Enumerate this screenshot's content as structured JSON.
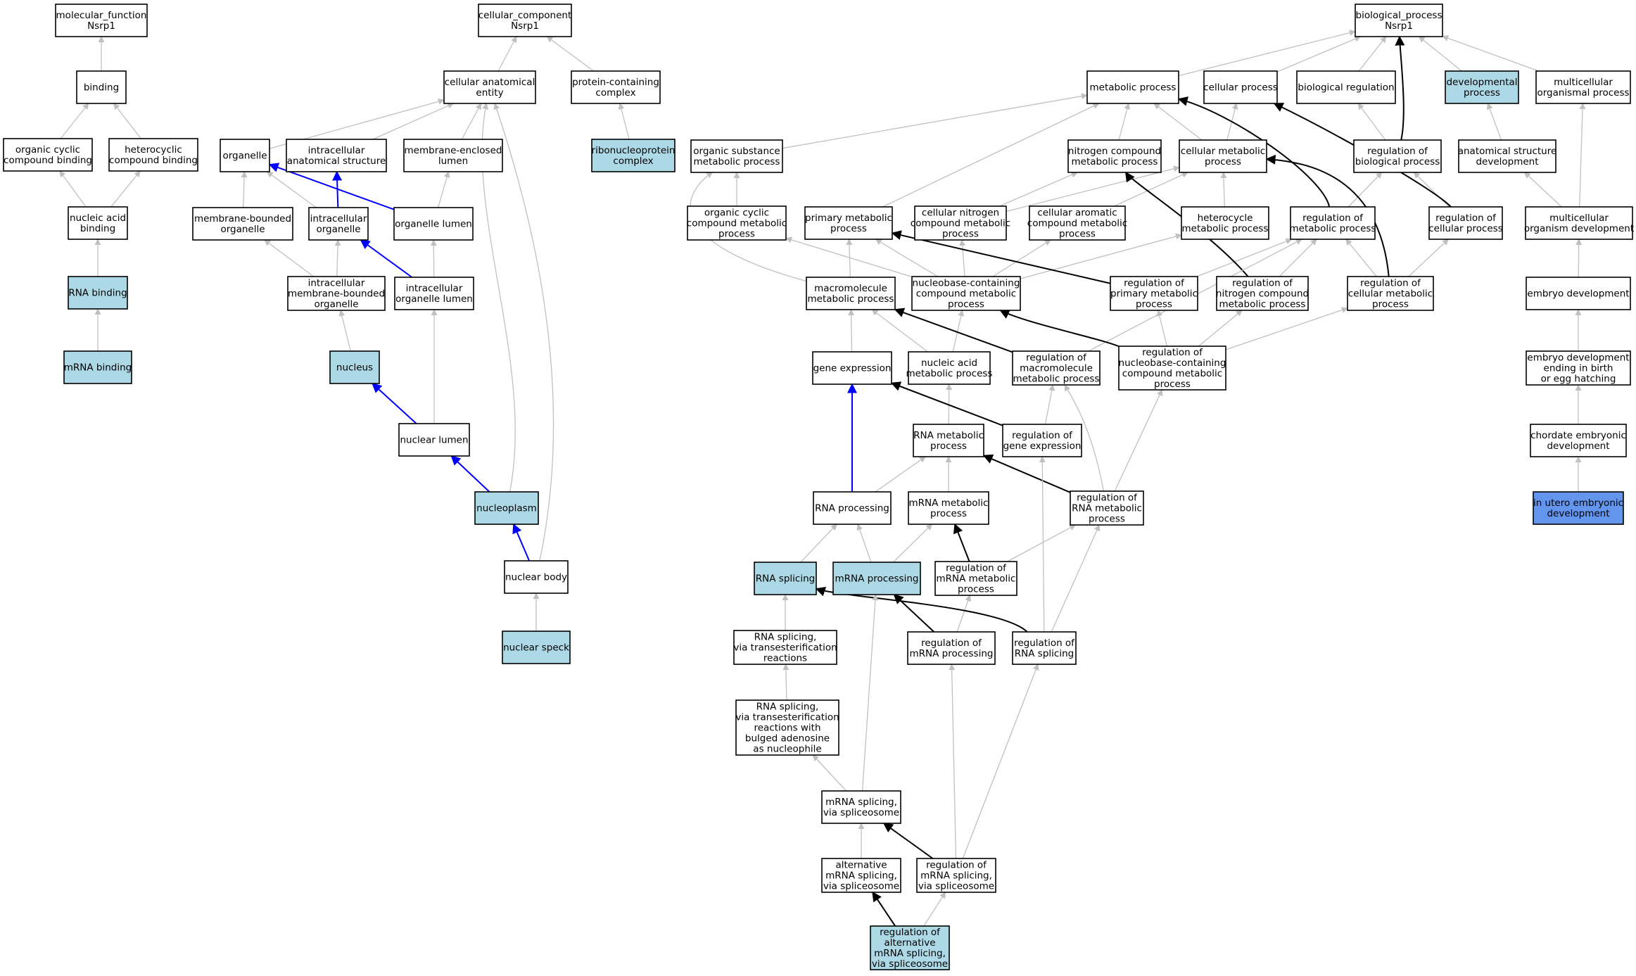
{
  "colors": {
    "plain": "#ffffff",
    "annotated": "#add8e6",
    "selected": "#6495ed",
    "edge_is_a": "#c0c0c0",
    "edge_regulates": "#000000",
    "edge_part_of": "#0000ff"
  },
  "nodes": [
    {
      "id": "mf",
      "lines": [
        "molecular_function",
        "Nsrp1"
      ],
      "fill": "plain"
    },
    {
      "id": "binding",
      "lines": [
        "binding"
      ],
      "fill": "plain"
    },
    {
      "id": "orgcyc_bind",
      "lines": [
        "organic cyclic",
        "compound binding"
      ],
      "fill": "plain"
    },
    {
      "id": "hetcyc_bind",
      "lines": [
        "heterocyclic",
        "compound binding"
      ],
      "fill": "plain"
    },
    {
      "id": "nucacid_bind",
      "lines": [
        "nucleic acid",
        "binding"
      ],
      "fill": "plain"
    },
    {
      "id": "rna_bind",
      "lines": [
        "RNA binding"
      ],
      "fill": "annotated"
    },
    {
      "id": "mrna_bind",
      "lines": [
        "mRNA binding"
      ],
      "fill": "annotated"
    },
    {
      "id": "cc",
      "lines": [
        "cellular_component",
        "Nsrp1"
      ],
      "fill": "plain"
    },
    {
      "id": "cae",
      "lines": [
        "cellular anatomical",
        "entity"
      ],
      "fill": "plain"
    },
    {
      "id": "pcc",
      "lines": [
        "protein-containing",
        "complex"
      ],
      "fill": "plain"
    },
    {
      "id": "rnp",
      "lines": [
        "ribonucleoprotein",
        "complex"
      ],
      "fill": "annotated"
    },
    {
      "id": "organelle",
      "lines": [
        "organelle"
      ],
      "fill": "plain"
    },
    {
      "id": "ias",
      "lines": [
        "intracellular",
        "anatomical structure"
      ],
      "fill": "plain"
    },
    {
      "id": "mel",
      "lines": [
        "membrane-enclosed",
        "lumen"
      ],
      "fill": "plain"
    },
    {
      "id": "mbo",
      "lines": [
        "membrane-bounded",
        "organelle"
      ],
      "fill": "plain"
    },
    {
      "id": "io",
      "lines": [
        "intracellular",
        "organelle"
      ],
      "fill": "plain"
    },
    {
      "id": "ol",
      "lines": [
        "organelle lumen"
      ],
      "fill": "plain"
    },
    {
      "id": "imbo",
      "lines": [
        "intracellular",
        "membrane-bounded",
        "organelle"
      ],
      "fill": "plain"
    },
    {
      "id": "iol",
      "lines": [
        "intracellular",
        "organelle lumen"
      ],
      "fill": "plain"
    },
    {
      "id": "nucleus",
      "lines": [
        "nucleus"
      ],
      "fill": "annotated"
    },
    {
      "id": "nl",
      "lines": [
        "nuclear lumen"
      ],
      "fill": "plain"
    },
    {
      "id": "np",
      "lines": [
        "nucleoplasm"
      ],
      "fill": "annotated"
    },
    {
      "id": "nb",
      "lines": [
        "nuclear body"
      ],
      "fill": "plain"
    },
    {
      "id": "ns",
      "lines": [
        "nuclear speck"
      ],
      "fill": "annotated"
    },
    {
      "id": "bp",
      "lines": [
        "biological_process",
        "Nsrp1"
      ],
      "fill": "plain"
    },
    {
      "id": "metp",
      "lines": [
        "metabolic process"
      ],
      "fill": "plain"
    },
    {
      "id": "cellp",
      "lines": [
        "cellular process"
      ],
      "fill": "plain"
    },
    {
      "id": "bioreg",
      "lines": [
        "biological regulation"
      ],
      "fill": "plain"
    },
    {
      "id": "devp",
      "lines": [
        "developmental",
        "process"
      ],
      "fill": "annotated"
    },
    {
      "id": "mcop",
      "lines": [
        "multicellular",
        "organismal process"
      ],
      "fill": "plain"
    },
    {
      "id": "osmp",
      "lines": [
        "organic substance",
        "metabolic process"
      ],
      "fill": "plain"
    },
    {
      "id": "ncmp",
      "lines": [
        "nitrogen compound",
        "metabolic process"
      ],
      "fill": "plain"
    },
    {
      "id": "cmp",
      "lines": [
        "cellular metabolic",
        "process"
      ],
      "fill": "plain"
    },
    {
      "id": "regbp",
      "lines": [
        "regulation of",
        "biological process"
      ],
      "fill": "plain"
    },
    {
      "id": "asd",
      "lines": [
        "anatomical structure",
        "development"
      ],
      "fill": "plain"
    },
    {
      "id": "occmp",
      "lines": [
        "organic cyclic",
        "compound metabolic",
        "process"
      ],
      "fill": "plain"
    },
    {
      "id": "pmp",
      "lines": [
        "primary metabolic",
        "process"
      ],
      "fill": "plain"
    },
    {
      "id": "cncmp",
      "lines": [
        "cellular nitrogen",
        "compound metabolic",
        "process"
      ],
      "fill": "plain"
    },
    {
      "id": "cacmp",
      "lines": [
        "cellular aromatic",
        "compound metabolic",
        "process"
      ],
      "fill": "plain"
    },
    {
      "id": "hmp",
      "lines": [
        "heterocycle",
        "metabolic process"
      ],
      "fill": "plain"
    },
    {
      "id": "regmp",
      "lines": [
        "regulation of",
        "metabolic process"
      ],
      "fill": "plain"
    },
    {
      "id": "regcp",
      "lines": [
        "regulation of",
        "cellular process"
      ],
      "fill": "plain"
    },
    {
      "id": "mod",
      "lines": [
        "multicellular",
        "organism development"
      ],
      "fill": "plain"
    },
    {
      "id": "macmp",
      "lines": [
        "macromolecule",
        "metabolic process"
      ],
      "fill": "plain"
    },
    {
      "id": "nbccmp",
      "lines": [
        "nucleobase-containing",
        "compound metabolic",
        "process"
      ],
      "fill": "plain"
    },
    {
      "id": "regpmp",
      "lines": [
        "regulation of",
        "primary metabolic",
        "process"
      ],
      "fill": "plain"
    },
    {
      "id": "regncmp",
      "lines": [
        "regulation of",
        "nitrogen compound",
        "metabolic process"
      ],
      "fill": "plain"
    },
    {
      "id": "regcmp",
      "lines": [
        "regulation of",
        "cellular metabolic",
        "process"
      ],
      "fill": "plain"
    },
    {
      "id": "embdev",
      "lines": [
        "embryo development"
      ],
      "fill": "plain"
    },
    {
      "id": "geneexp",
      "lines": [
        "gene expression"
      ],
      "fill": "plain"
    },
    {
      "id": "namp",
      "lines": [
        "nucleic acid",
        "metabolic process"
      ],
      "fill": "plain"
    },
    {
      "id": "regmacmp",
      "lines": [
        "regulation of",
        "macromolecule",
        "metabolic process"
      ],
      "fill": "plain"
    },
    {
      "id": "regnbc",
      "lines": [
        "regulation of",
        "nucleobase-containing",
        "compound metabolic",
        "process"
      ],
      "fill": "plain"
    },
    {
      "id": "edebe",
      "lines": [
        "embryo development",
        "ending in birth",
        "or egg hatching"
      ],
      "fill": "plain"
    },
    {
      "id": "rnamp",
      "lines": [
        "RNA metabolic",
        "process"
      ],
      "fill": "plain"
    },
    {
      "id": "reggeneexp",
      "lines": [
        "regulation of",
        "gene expression"
      ],
      "fill": "plain"
    },
    {
      "id": "ced",
      "lines": [
        "chordate embryonic",
        "development"
      ],
      "fill": "plain"
    },
    {
      "id": "rnaproc",
      "lines": [
        "RNA processing"
      ],
      "fill": "plain"
    },
    {
      "id": "mrnamp",
      "lines": [
        "mRNA metabolic",
        "process"
      ],
      "fill": "plain"
    },
    {
      "id": "regrnamp",
      "lines": [
        "regulation of",
        "RNA metabolic",
        "process"
      ],
      "fill": "plain"
    },
    {
      "id": "iued",
      "lines": [
        "in utero embryonic",
        "development"
      ],
      "fill": "selected"
    },
    {
      "id": "rnasplicing",
      "lines": [
        "RNA splicing"
      ],
      "fill": "annotated"
    },
    {
      "id": "mrnaproc",
      "lines": [
        "mRNA processing"
      ],
      "fill": "annotated"
    },
    {
      "id": "regmrnamp",
      "lines": [
        "regulation of",
        "mRNA metabolic",
        "process"
      ],
      "fill": "plain"
    },
    {
      "id": "rsvt",
      "lines": [
        "RNA splicing,",
        "via transesterification",
        "reactions"
      ],
      "fill": "plain"
    },
    {
      "id": "regmrnaproc",
      "lines": [
        "regulation of",
        "mRNA processing"
      ],
      "fill": "plain"
    },
    {
      "id": "regrnasplicing",
      "lines": [
        "regulation of",
        "RNA splicing"
      ],
      "fill": "plain"
    },
    {
      "id": "rsvtba",
      "lines": [
        "RNA splicing,",
        "via transesterification",
        "reactions with",
        "bulged adenosine",
        "as nucleophile"
      ],
      "fill": "plain"
    },
    {
      "id": "msvs",
      "lines": [
        "mRNA splicing,",
        "via spliceosome"
      ],
      "fill": "plain"
    },
    {
      "id": "amsvs",
      "lines": [
        "alternative",
        "mRNA splicing,",
        "via spliceosome"
      ],
      "fill": "plain"
    },
    {
      "id": "regmsvs",
      "lines": [
        "regulation of",
        "mRNA splicing,",
        "via spliceosome"
      ],
      "fill": "plain"
    },
    {
      "id": "regamsvs",
      "lines": [
        "regulation of",
        "alternative",
        "mRNA splicing,",
        "via spliceosome"
      ],
      "fill": "annotated"
    }
  ],
  "edges": [
    {
      "from": "binding",
      "to": "mf",
      "type": "is_a"
    },
    {
      "from": "orgcyc_bind",
      "to": "binding",
      "type": "is_a"
    },
    {
      "from": "hetcyc_bind",
      "to": "binding",
      "type": "is_a"
    },
    {
      "from": "nucacid_bind",
      "to": "orgcyc_bind",
      "type": "is_a"
    },
    {
      "from": "nucacid_bind",
      "to": "hetcyc_bind",
      "type": "is_a"
    },
    {
      "from": "rna_bind",
      "to": "nucacid_bind",
      "type": "is_a"
    },
    {
      "from": "mrna_bind",
      "to": "rna_bind",
      "type": "is_a"
    },
    {
      "from": "cae",
      "to": "cc",
      "type": "is_a"
    },
    {
      "from": "pcc",
      "to": "cc",
      "type": "is_a"
    },
    {
      "from": "rnp",
      "to": "pcc",
      "type": "is_a"
    },
    {
      "from": "organelle",
      "to": "cae",
      "type": "is_a"
    },
    {
      "from": "ias",
      "to": "cae",
      "type": "is_a"
    },
    {
      "from": "mel",
      "to": "cae",
      "type": "is_a"
    },
    {
      "from": "mbo",
      "to": "organelle",
      "type": "is_a"
    },
    {
      "from": "io",
      "to": "organelle",
      "type": "is_a"
    },
    {
      "from": "io",
      "to": "ias",
      "type": "part_of"
    },
    {
      "from": "ol",
      "to": "mel",
      "type": "is_a"
    },
    {
      "from": "ol",
      "to": "organelle",
      "type": "part_of"
    },
    {
      "from": "imbo",
      "to": "mbo",
      "type": "is_a"
    },
    {
      "from": "imbo",
      "to": "io",
      "type": "is_a"
    },
    {
      "from": "iol",
      "to": "ol",
      "type": "is_a"
    },
    {
      "from": "iol",
      "to": "io",
      "type": "part_of"
    },
    {
      "from": "nucleus",
      "to": "imbo",
      "type": "is_a"
    },
    {
      "from": "nl",
      "to": "iol",
      "type": "is_a"
    },
    {
      "from": "nl",
      "to": "nucleus",
      "type": "part_of"
    },
    {
      "from": "np",
      "to": "nl",
      "type": "part_of"
    },
    {
      "from": "np",
      "to": "cae",
      "type": "is_a"
    },
    {
      "from": "nb",
      "to": "np",
      "type": "part_of"
    },
    {
      "from": "nb",
      "to": "cae",
      "type": "is_a"
    },
    {
      "from": "ns",
      "to": "nb",
      "type": "is_a"
    },
    {
      "from": "metp",
      "to": "bp",
      "type": "is_a"
    },
    {
      "from": "cellp",
      "to": "bp",
      "type": "is_a"
    },
    {
      "from": "bioreg",
      "to": "bp",
      "type": "is_a"
    },
    {
      "from": "devp",
      "to": "bp",
      "type": "is_a"
    },
    {
      "from": "mcop",
      "to": "bp",
      "type": "is_a"
    },
    {
      "from": "osmp",
      "to": "metp",
      "type": "is_a"
    },
    {
      "from": "ncmp",
      "to": "metp",
      "type": "is_a"
    },
    {
      "from": "cmp",
      "to": "metp",
      "type": "is_a"
    },
    {
      "from": "cmp",
      "to": "cellp",
      "type": "is_a"
    },
    {
      "from": "regbp",
      "to": "bioreg",
      "type": "is_a"
    },
    {
      "from": "regbp",
      "to": "bp",
      "type": "regulates"
    },
    {
      "from": "asd",
      "to": "devp",
      "type": "is_a"
    },
    {
      "from": "occmp",
      "to": "osmp",
      "type": "is_a"
    },
    {
      "from": "pmp",
      "to": "metp",
      "type": "is_a"
    },
    {
      "from": "cncmp",
      "to": "cmp",
      "type": "is_a"
    },
    {
      "from": "cncmp",
      "to": "ncmp",
      "type": "is_a"
    },
    {
      "from": "cacmp",
      "to": "cmp",
      "type": "is_a"
    },
    {
      "from": "hmp",
      "to": "cmp",
      "type": "is_a"
    },
    {
      "from": "regmp",
      "to": "regbp",
      "type": "is_a"
    },
    {
      "from": "regmp",
      "to": "metp",
      "type": "regulates"
    },
    {
      "from": "regcp",
      "to": "regbp",
      "type": "is_a"
    },
    {
      "from": "regcp",
      "to": "cellp",
      "type": "regulates"
    },
    {
      "from": "mod",
      "to": "mcop",
      "type": "is_a"
    },
    {
      "from": "mod",
      "to": "asd",
      "type": "is_a"
    },
    {
      "from": "macmp",
      "to": "pmp",
      "type": "is_a"
    },
    {
      "from": "macmp",
      "to": "osmp",
      "type": "is_a"
    },
    {
      "from": "nbccmp",
      "to": "pmp",
      "type": "is_a"
    },
    {
      "from": "nbccmp",
      "to": "cncmp",
      "type": "is_a"
    },
    {
      "from": "nbccmp",
      "to": "cacmp",
      "type": "is_a"
    },
    {
      "from": "nbccmp",
      "to": "hmp",
      "type": "is_a"
    },
    {
      "from": "nbccmp",
      "to": "occmp",
      "type": "is_a"
    },
    {
      "from": "regpmp",
      "to": "regmp",
      "type": "is_a"
    },
    {
      "from": "regpmp",
      "to": "pmp",
      "type": "regulates"
    },
    {
      "from": "regncmp",
      "to": "regmp",
      "type": "is_a"
    },
    {
      "from": "regncmp",
      "to": "ncmp",
      "type": "regulates"
    },
    {
      "from": "regcmp",
      "to": "regmp",
      "type": "is_a"
    },
    {
      "from": "regcmp",
      "to": "regcp",
      "type": "is_a"
    },
    {
      "from": "regcmp",
      "to": "cmp",
      "type": "regulates"
    },
    {
      "from": "embdev",
      "to": "mod",
      "type": "is_a"
    },
    {
      "from": "geneexp",
      "to": "macmp",
      "type": "is_a"
    },
    {
      "from": "namp",
      "to": "macmp",
      "type": "is_a"
    },
    {
      "from": "namp",
      "to": "nbccmp",
      "type": "is_a"
    },
    {
      "from": "regmacmp",
      "to": "regmp",
      "type": "is_a"
    },
    {
      "from": "regmacmp",
      "to": "macmp",
      "type": "regulates"
    },
    {
      "from": "regnbc",
      "to": "regpmp",
      "type": "is_a"
    },
    {
      "from": "regnbc",
      "to": "regncmp",
      "type": "is_a"
    },
    {
      "from": "regnbc",
      "to": "regcmp",
      "type": "is_a"
    },
    {
      "from": "regnbc",
      "to": "nbccmp",
      "type": "regulates"
    },
    {
      "from": "edebe",
      "to": "embdev",
      "type": "is_a"
    },
    {
      "from": "rnamp",
      "to": "namp",
      "type": "is_a"
    },
    {
      "from": "reggeneexp",
      "to": "regmacmp",
      "type": "is_a"
    },
    {
      "from": "reggeneexp",
      "to": "geneexp",
      "type": "regulates"
    },
    {
      "from": "ced",
      "to": "edebe",
      "type": "is_a"
    },
    {
      "from": "rnaproc",
      "to": "rnamp",
      "type": "is_a"
    },
    {
      "from": "rnaproc",
      "to": "geneexp",
      "type": "part_of"
    },
    {
      "from": "mrnamp",
      "to": "rnamp",
      "type": "is_a"
    },
    {
      "from": "regrnamp",
      "to": "regnbc",
      "type": "is_a"
    },
    {
      "from": "regrnamp",
      "to": "regmacmp",
      "type": "is_a"
    },
    {
      "from": "regrnamp",
      "to": "rnamp",
      "type": "regulates"
    },
    {
      "from": "iued",
      "to": "ced",
      "type": "is_a"
    },
    {
      "from": "rnasplicing",
      "to": "rnaproc",
      "type": "is_a"
    },
    {
      "from": "mrnaproc",
      "to": "rnaproc",
      "type": "is_a"
    },
    {
      "from": "mrnaproc",
      "to": "mrnamp",
      "type": "is_a"
    },
    {
      "from": "regmrnamp",
      "to": "regrnamp",
      "type": "is_a"
    },
    {
      "from": "regmrnamp",
      "to": "mrnamp",
      "type": "regulates"
    },
    {
      "from": "rsvt",
      "to": "rnasplicing",
      "type": "is_a"
    },
    {
      "from": "regmrnaproc",
      "to": "regmrnamp",
      "type": "is_a"
    },
    {
      "from": "regmrnaproc",
      "to": "mrnaproc",
      "type": "regulates"
    },
    {
      "from": "regrnasplicing",
      "to": "regrnamp",
      "type": "is_a"
    },
    {
      "from": "regrnasplicing",
      "to": "reggeneexp",
      "type": "is_a"
    },
    {
      "from": "regrnasplicing",
      "to": "rnasplicing",
      "type": "regulates"
    },
    {
      "from": "rsvtba",
      "to": "rsvt",
      "type": "is_a"
    },
    {
      "from": "msvs",
      "to": "rsvtba",
      "type": "is_a"
    },
    {
      "from": "msvs",
      "to": "mrnaproc",
      "type": "is_a"
    },
    {
      "from": "amsvs",
      "to": "msvs",
      "type": "is_a"
    },
    {
      "from": "regmsvs",
      "to": "msvs",
      "type": "regulates"
    },
    {
      "from": "regmsvs",
      "to": "regmrnaproc",
      "type": "is_a"
    },
    {
      "from": "regmsvs",
      "to": "regrnasplicing",
      "type": "is_a"
    },
    {
      "from": "regamsvs",
      "to": "amsvs",
      "type": "regulates"
    },
    {
      "from": "regamsvs",
      "to": "regmsvs",
      "type": "is_a"
    }
  ]
}
